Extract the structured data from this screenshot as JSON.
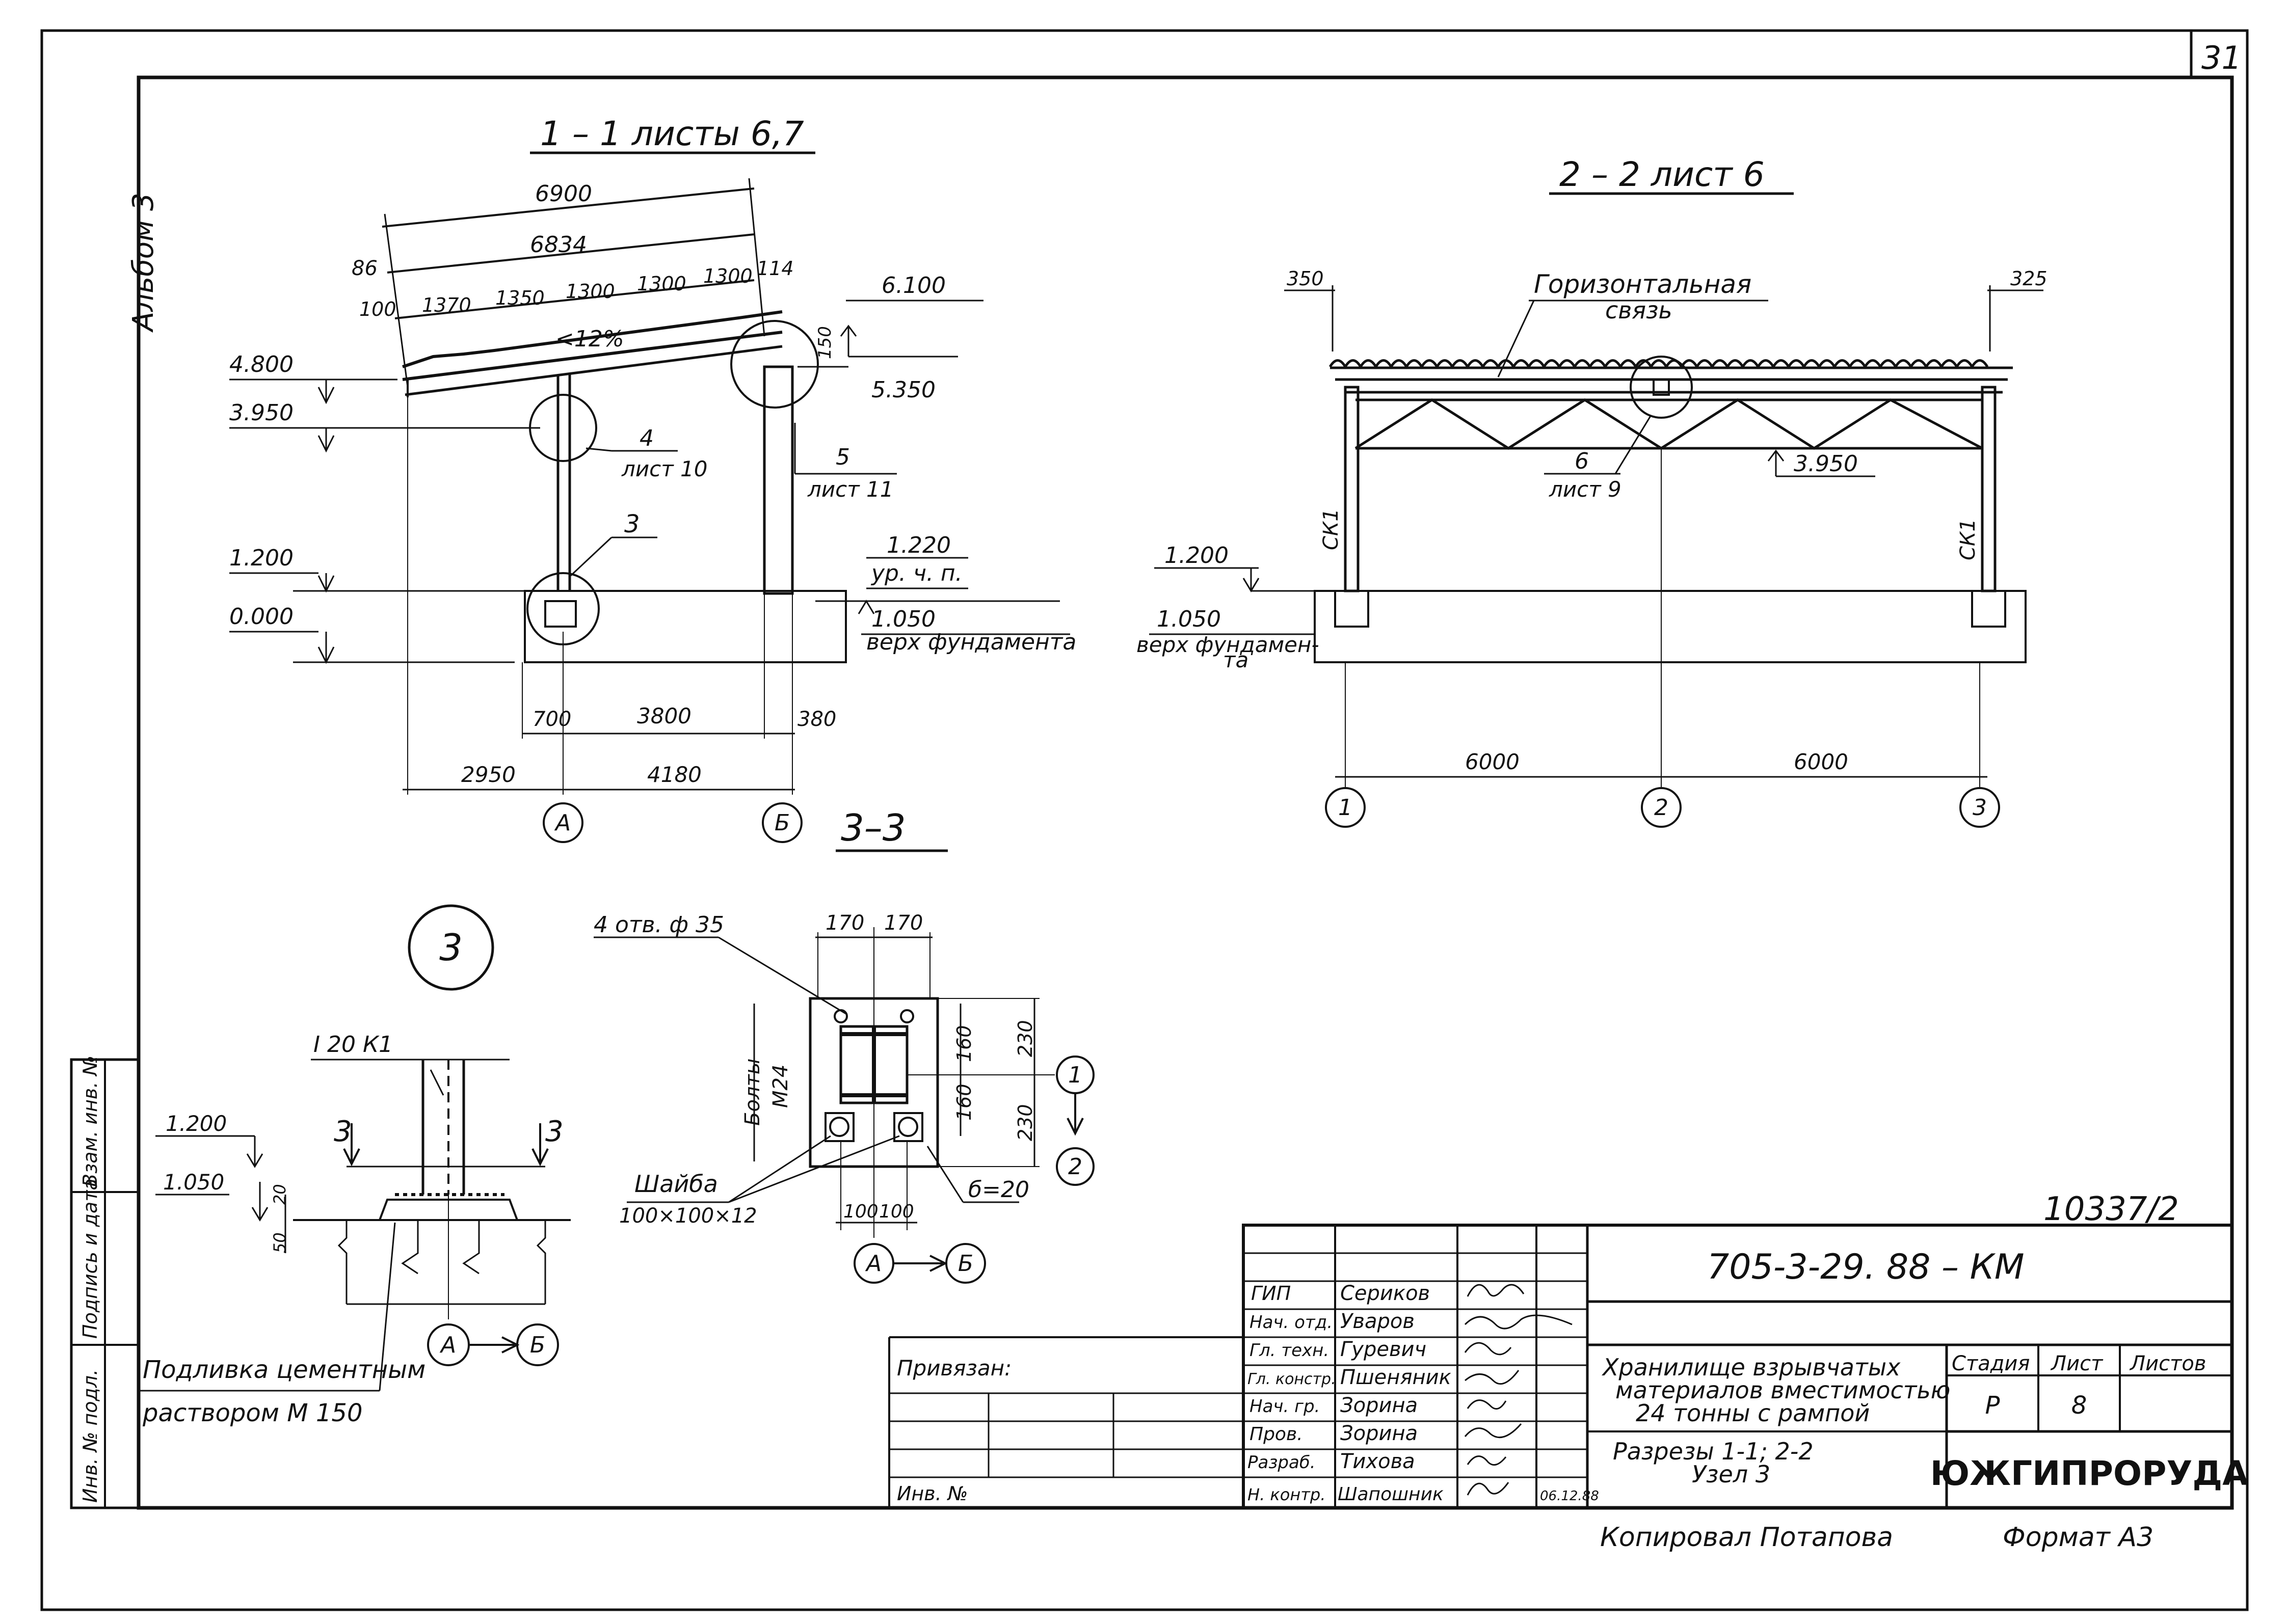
{
  "sheet_number": "31",
  "album_label": "Альбом 3",
  "section_1_1": {
    "title": "1 – 1  листы 6,7",
    "dims_top": [
      "6900",
      "6834",
      "86",
      "100",
      "1370",
      "1350",
      "1300",
      "1300",
      "1300",
      "114"
    ],
    "slope": "<12%",
    "elev_left": [
      "4.800",
      "3.950",
      "1.200",
      "0.000"
    ],
    "elev_right": [
      "6.100",
      "5.350",
      "1.220",
      "ур. ч. п.",
      "1.050",
      "верх фундамента"
    ],
    "dim_150": "150",
    "callouts": [
      {
        "num": "4",
        "sheet": "лист 10"
      },
      {
        "num": "5",
        "sheet": "лист 11"
      },
      {
        "num": "3",
        "sheet": ""
      }
    ],
    "dims_bottom": [
      "700",
      "3800",
      "380",
      "2950",
      "4180"
    ],
    "axes": [
      "А",
      "Б"
    ]
  },
  "section_2_2": {
    "title": "2 – 2  лист 6",
    "label_bracing": [
      "Горизонтальная",
      "связь"
    ],
    "dims_top": [
      "350",
      "325"
    ],
    "callout": {
      "num": "6",
      "sheet": "лист 9"
    },
    "elev": [
      "3.950",
      "1.200",
      "1.050"
    ],
    "found_label": [
      "верх фундамен-",
      "та"
    ],
    "column_mark": "СК1",
    "dims_bottom": [
      "6000",
      "6000"
    ],
    "axes": [
      "1",
      "2",
      "3"
    ]
  },
  "section_3_3": {
    "title": "3–3",
    "holes": "4 отв. ф 35",
    "dims_top": [
      "170",
      "170"
    ],
    "bolts_label": [
      "Болты",
      "М24"
    ],
    "dims_inner": [
      "160",
      "160"
    ],
    "dims_right": [
      "230",
      "230"
    ],
    "washer": [
      "Шайба",
      "100×100×12"
    ],
    "plate": "б=20",
    "dims_bottom": [
      "100",
      "100"
    ],
    "axis_direction": [
      "А",
      "Б"
    ],
    "axis_marks": [
      "1",
      "2"
    ]
  },
  "node_3": {
    "num": "3",
    "profile": "I 20 К1",
    "cut_mark": "3",
    "elev": [
      "1.200",
      "1.050"
    ],
    "dims": [
      "20",
      "50"
    ],
    "grout": [
      "Подливка цементным",
      "раствором М 150"
    ],
    "axis_direction": [
      "А",
      "Б"
    ]
  },
  "left_stamp": [
    "Инв. № подл.",
    "Подпись и дата",
    "Взам. инв. №"
  ],
  "title_block": {
    "drawing_code": "705-3-29. 88 –   КМ",
    "archive_no": "10337/2",
    "privyazan": "Привязан:",
    "inv_no": "Инв. №",
    "roles": [
      {
        "role": "ГИП",
        "name": "Сериков"
      },
      {
        "role": "Нач. отд.",
        "name": "Уваров"
      },
      {
        "role": "Гл. техн.",
        "name": "Гуревич"
      },
      {
        "role": "Гл. констр.",
        "name": "Пшеняник"
      },
      {
        "role": "Нач. гр.",
        "name": "Зорина"
      },
      {
        "role": "Пров.",
        "name": "Зорина"
      },
      {
        "role": "Разраб.",
        "name": "Тихова"
      },
      {
        "role": "Н. контр.",
        "name": "Шапошник"
      }
    ],
    "date": "06.12.88",
    "project_title": [
      "Хранилище взрывчатых",
      "материалов вместимостью",
      "24 тонны с рампой"
    ],
    "sheet_title": [
      "Разрезы 1-1; 2-2",
      "Узел 3"
    ],
    "headers": [
      "Стадия",
      "Лист",
      "Листов"
    ],
    "stage": "Р",
    "sheet": "8",
    "sheets_total": "",
    "organization": "ЮЖГИПРОРУДА",
    "copied_by": "Копировал Потапова",
    "format": "Формат А3"
  }
}
